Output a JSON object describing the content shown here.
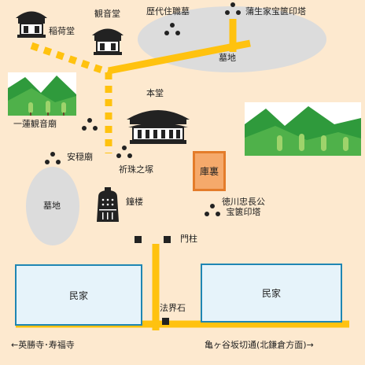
{
  "colors": {
    "background": "#fde9cf",
    "road": "#ffc20f",
    "cemetery": "#dcdcdc",
    "house_fill": "#e6f3fa",
    "house_border": "#1f86b3",
    "storehouse_fill": "#f5a96b",
    "storehouse_border": "#e47c2a"
  },
  "labels": {
    "inari_do": "稲荷堂",
    "kannon_do": "観音堂",
    "rekidai_haka": "歴代住職墓",
    "gamo_tower": "蒲生家宝篋印塔",
    "bochi_top": "墓地",
    "hondo": "本堂",
    "ichiren_kannon": "一蓮観音廟",
    "anon_byo": "安穏廟",
    "inoru_tamaki": "祈珠之塚",
    "kuri": "庫裏",
    "bochi_left": "墓地",
    "shoro": "鐘楼",
    "tokugawa_line1": "徳川忠長公",
    "tokugawa_line2": "宝篋印塔",
    "monchu": "門柱",
    "minka_left": "民家",
    "minka_right": "民家",
    "hokkai_seki": "法界石",
    "road_left": "←英勝寺･寿福寺",
    "road_right": "亀ヶ谷坂切通(北鎌倉方面)→"
  },
  "icons": [
    "temple-icon",
    "bell-icon",
    "mountain-icon",
    "stone-marker-icon"
  ]
}
